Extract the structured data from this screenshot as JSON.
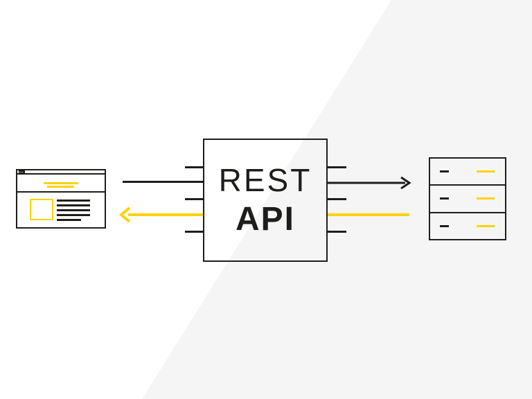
{
  "diagram": {
    "description": "REST API architecture illustration: client browser, REST API box, server stack",
    "api_box": {
      "title_line1": "REST",
      "title_line2": "API",
      "pins_per_side": 3
    },
    "nodes": {
      "client": {
        "icon": "browser-window-icon",
        "role": "client web page"
      },
      "api": {
        "icon": "rest-api-box",
        "role": "REST API"
      },
      "server": {
        "icon": "server-stack-icon",
        "role": "server / database",
        "units": 3
      }
    },
    "arrows": [
      {
        "name": "client-to-api-request",
        "color": "#1d1d1b",
        "direction": "right",
        "arrowhead": false
      },
      {
        "name": "api-to-client-response",
        "color": "#ffd200",
        "direction": "left",
        "arrowhead": true
      },
      {
        "name": "api-to-server-request",
        "color": "#1d1d1b",
        "direction": "right",
        "arrowhead": true
      },
      {
        "name": "server-to-api-response",
        "color": "#ffd200",
        "direction": "left",
        "arrowhead": false
      }
    ],
    "colors": {
      "accent_yellow": "#ffd200",
      "line_black": "#1d1d1b",
      "panel_gray": "#f5f5f5",
      "canvas_white": "#ffffff"
    }
  }
}
